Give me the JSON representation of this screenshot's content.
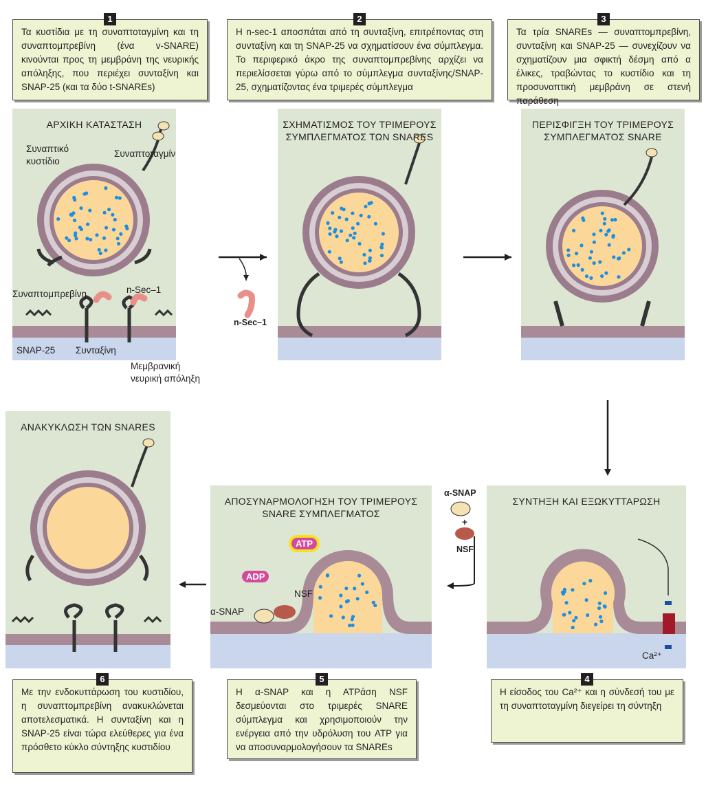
{
  "captions": [
    {
      "num": "1",
      "text": "Τα κυστίδια με τη συναπτοταγμίνη και τη συναπτομπρεβίνη (ένα v-SNARE) κινούνται προς τη μεμβράνη της νευρικής απόληξης, που περιέχει συνταξίνη και SNAP-25 (και τα δύο t-SNAREs)"
    },
    {
      "num": "2",
      "text": "Η n-sec-1 αποσπάται από τη συνταξίνη, επιτρέποντας στη συνταξίνη και τη SNAP-25 να σχηματίσουν ένα σύμπλεγμα. Το περιφερικό άκρο της συναπτομπρεβίνης αρχίζει να περιελίσσεται γύρω από το σύμπλεγμα συνταξίνης/SNAP-25, σχηματίζοντας ένα τριμερές σύμπλεγμα"
    },
    {
      "num": "3",
      "text": "Τα τρία SNAREs — συναπτομπρεβίνη, συνταξίνη και SNAP-25 — συνεχίζουν να σχηματίζουν μια σφικτή δέσμη από α έλικες, τραβώντας το κυστίδιο και τη προσυναπτική μεμβράνη σε στενή παράθεση"
    },
    {
      "num": "4",
      "text": "Η είσοδος του Ca²⁺ και η σύνδεσή του με τη συναπτοταγμίνη διεγείρει τη σύντηξη"
    },
    {
      "num": "5",
      "text": "Η α-SNAP και η ΑΤΡάση NSF δεσμεύονται στο τριμερές SNARE σύμπλεγμα και χρησιμοποιούν την ενέργεια από την υδρόλυση του ATP για να αποσυναρμολογήσουν τα SNAREs"
    },
    {
      "num": "6",
      "text": "Με την ενδοκυττάρωση του κυστιδίου, η συναπτομπρεβίνη ανακυκλώνεται αποτελεσματικά. Η συνταξίνη και η SNAP-25 είναι τώρα ελεύθερες για ένα πρόσθετο κύκλο σύντηξης κυστιδίου"
    }
  ],
  "panels": [
    {
      "title": "ΑΡΧΙΚΗ ΚΑΤΑΣΤΑΣΗ"
    },
    {
      "title": "ΣΧΗΜΑΤΙΣΜΟΣ ΤΟΥ ΤΡΙΜΕΡΟΥΣ ΣΥΜΠΛΕΓΜΑΤΟΣ ΤΩΝ SNARES"
    },
    {
      "title": "ΠΕΡΙΣΦΙΓΞΗ ΤΟΥ ΤΡΙΜΕΡΟΥΣ ΣΥΜΠΛΕΓΜΑΤΟΣ SNARE"
    },
    {
      "title": "ΣΥΝΤΗΞΗ ΚΑΙ ΕΞΩΚΥΤΤΑΡΩΣΗ"
    },
    {
      "title": "ΑΠΟΣΥΝΑΡΜΟΛΟΓΗΣΗ ΤΟΥ ΤΡΙΜΕΡΟΥΣ SNARE ΣΥΜΠΛΕΓΜΑΤΟΣ"
    },
    {
      "title": "ΑΝΑΚΥΚΛΩΣΗ ΤΩΝ SNARES"
    }
  ],
  "labels": {
    "vesicle": "Συναπτικό κυστίδιο",
    "synaptotagmin": "Συναπτοταγμίνη",
    "synaptobrevin": "Συναπτομπρεβίνη",
    "nsec1": "n-Sec–1",
    "snap25": "SNAP-25",
    "syntaxin": "Συνταξίνη",
    "membrane": "Μεμβρανική νευρική απόληξη",
    "nsec1_released": "n-Sec–1",
    "asnap_top": "α-SNAP",
    "plus": "+",
    "nsf_top": "NSF",
    "adp": "ADP",
    "atp": "ATP",
    "nsf": "NSF",
    "asnap": "α-SNAP",
    "ca": "Ca²⁺"
  },
  "colors": {
    "panel_bg": "#dce6d3",
    "membrane": "#a98b97",
    "extracellular": "#c9d6ec",
    "vesicle_ring": "#9a7c8c",
    "vesicle_lumen": "#fbd79a",
    "dot": "#1d8fe0",
    "caption_bg": "#eef3d2",
    "nsec1": "#e88f8a",
    "atp_glow": "#f6e21a",
    "adp_pill": "#d24a9b",
    "phosphate": "#7a1a5a",
    "nsf": "#b85a4a",
    "asnap": "#f4e2b3",
    "ca_channel": "#a01a2a"
  }
}
